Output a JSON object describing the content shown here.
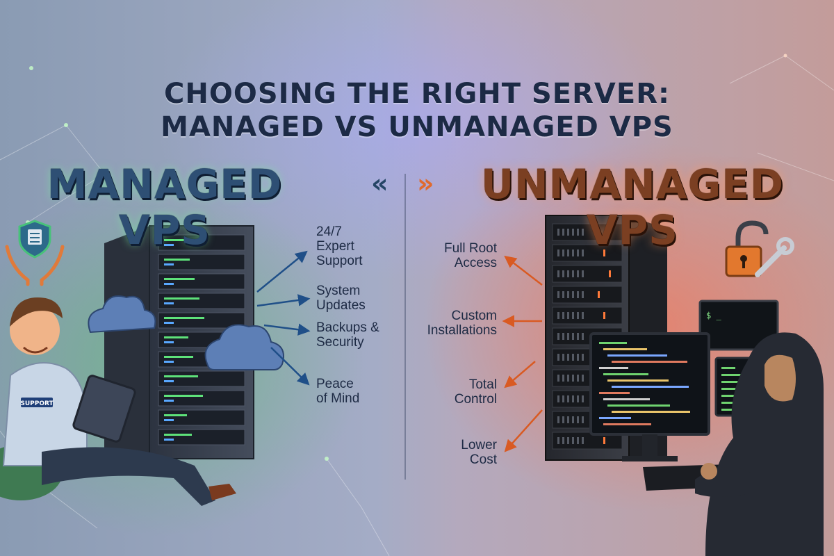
{
  "title": {
    "line1": "CHOOSING THE RIGHT SERVER:",
    "line2": "MANAGED VS UNMANAGED VPS"
  },
  "managed": {
    "heading": "MANAGED VPS",
    "badge": "SUPPORT",
    "features": [
      {
        "line1": "24/7",
        "line2": "Expert",
        "line3": "Support"
      },
      {
        "line1": "System",
        "line2": "Updates"
      },
      {
        "line1": "Backups &",
        "line2": "Security"
      },
      {
        "line1": "Peace",
        "line2": "of Mind"
      }
    ]
  },
  "unmanaged": {
    "heading": "UNMANAGED VPS",
    "features": [
      {
        "line1": "Full Root",
        "line2": "Access"
      },
      {
        "line1": "Custom",
        "line2": "Installations"
      },
      {
        "line1": "Total",
        "line2": "Control"
      },
      {
        "line1": "Lower",
        "line2": "Cost"
      }
    ],
    "terminal_prompt": "$ _"
  },
  "colors": {
    "managed_accent": "#2e4f74",
    "unmanaged_accent": "#e06a2e",
    "green_glow": "#5abe6e",
    "orange_glow": "#ff6e46"
  },
  "icons": {
    "managed": "shield-server-hands-icon",
    "unmanaged": "unlocked-padlock-wrench-icon"
  }
}
